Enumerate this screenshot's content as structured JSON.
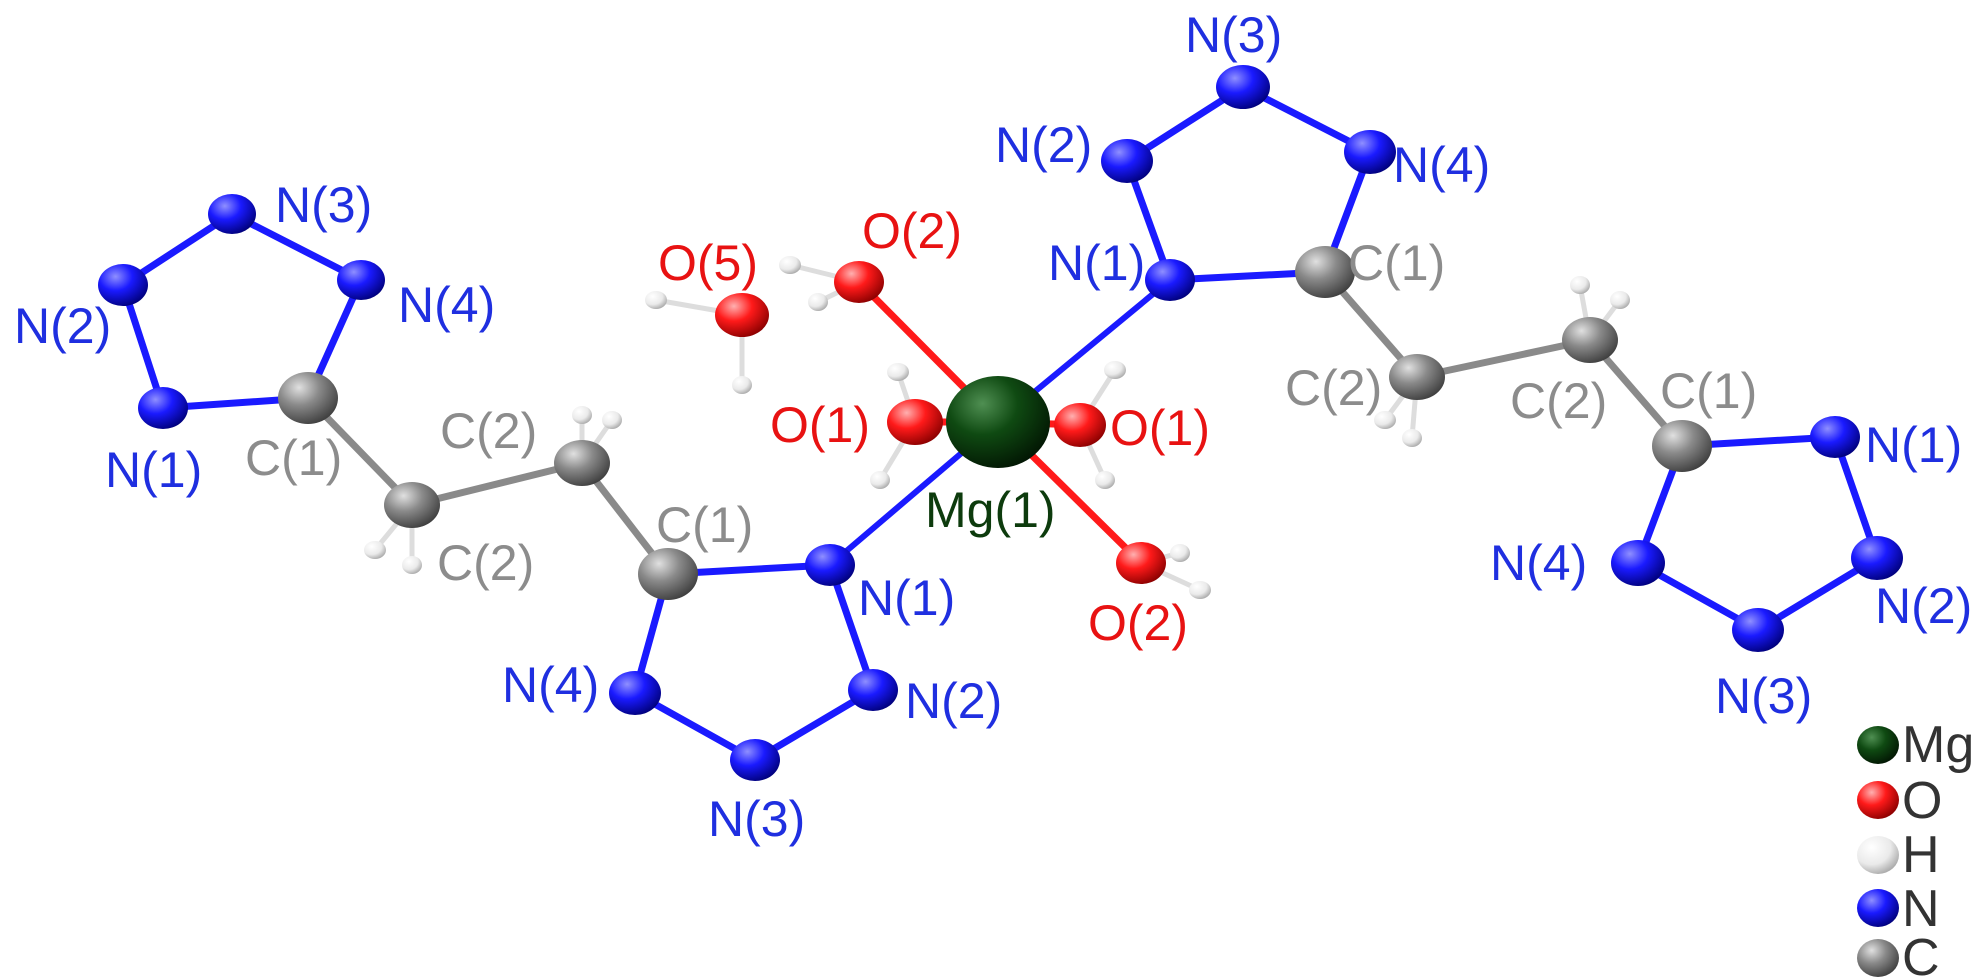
{
  "colors": {
    "mg": "#0f4a12",
    "o": "#ff1a1a",
    "h": "#f2f2f2",
    "n": "#1a1aff",
    "c": "#8a8a8a",
    "label_n": "#1f2fe0",
    "label_c": "#8c8c8c",
    "label_o": "#e81212",
    "label_mg": "#0d3b0d",
    "legend_text": "#333333"
  },
  "atom_labels": {
    "a1": "N(3)",
    "a2": "N(2)",
    "a3": "N(4)",
    "a4": "N(1)",
    "a5": "C(1)",
    "a6": "C(2)",
    "a7": "C(2)",
    "a8": "C(1)",
    "a9": "N(1)",
    "a10": "N(4)",
    "a11": "N(2)",
    "a12": "N(3)",
    "a13": "O(5)",
    "a14": "O(2)",
    "a15": "O(1)",
    "a16": "Mg(1)",
    "a17": "O(1)",
    "a18": "O(2)",
    "a19": "N(3)",
    "a20": "N(2)",
    "a21": "N(4)",
    "a22": "N(1)",
    "a23": "C(1)",
    "a24": "C(2)",
    "a25": "C(2)",
    "a26": "C(1)",
    "a27": "N(1)",
    "a28": "N(4)",
    "a29": "N(2)",
    "a30": "N(3)"
  },
  "legend": [
    "Mg",
    "O",
    "H",
    "N",
    "C"
  ]
}
